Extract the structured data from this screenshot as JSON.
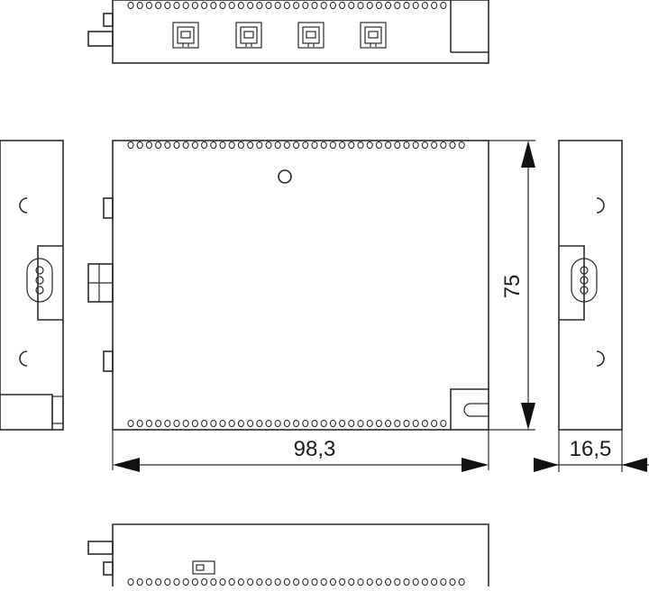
{
  "drawing": {
    "dimensions": {
      "width": "98,3",
      "height": "75",
      "depth": "16,5"
    }
  },
  "colors": {
    "line": "#2a2a2a",
    "arrow": "#111111",
    "background": "#ffffff"
  }
}
